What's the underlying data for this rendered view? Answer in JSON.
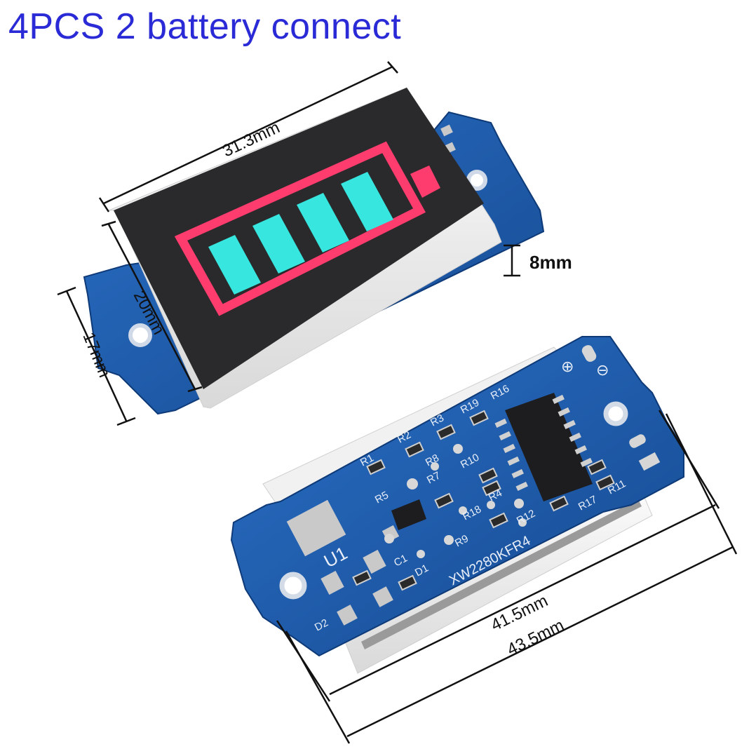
{
  "title": "4PCS 2 battery connect",
  "dimensions": {
    "top_width": "31.3mm",
    "height_front": "20mm",
    "height_side": "17mm",
    "depth": "8mm",
    "board_width_inner": "41.5mm",
    "board_width_outer": "43.5mm"
  },
  "pcb_labels": {
    "u1": "U1",
    "chip": "XW2280KFR4",
    "r1": "R1",
    "r2": "R2",
    "r3": "R3",
    "r4": "R4",
    "r5": "R5",
    "r7": "R7",
    "r8": "R8",
    "r9": "R9",
    "r10": "R10",
    "r11": "R11",
    "r12": "R12",
    "r16": "R16",
    "r17": "R17",
    "r18": "R18",
    "r19": "R19",
    "c1": "C1",
    "d1": "D1",
    "d2": "D2",
    "plus": "⊕",
    "minus": "⊖"
  },
  "colors": {
    "title": "#2a2ad6",
    "battery_outline": "#ff3c6e",
    "battery_bar": "#37e6de",
    "display_face": "#2a2a2c",
    "pcb": "#1f5fb0",
    "housing": "#efefef"
  },
  "battery_level_bars": 4
}
